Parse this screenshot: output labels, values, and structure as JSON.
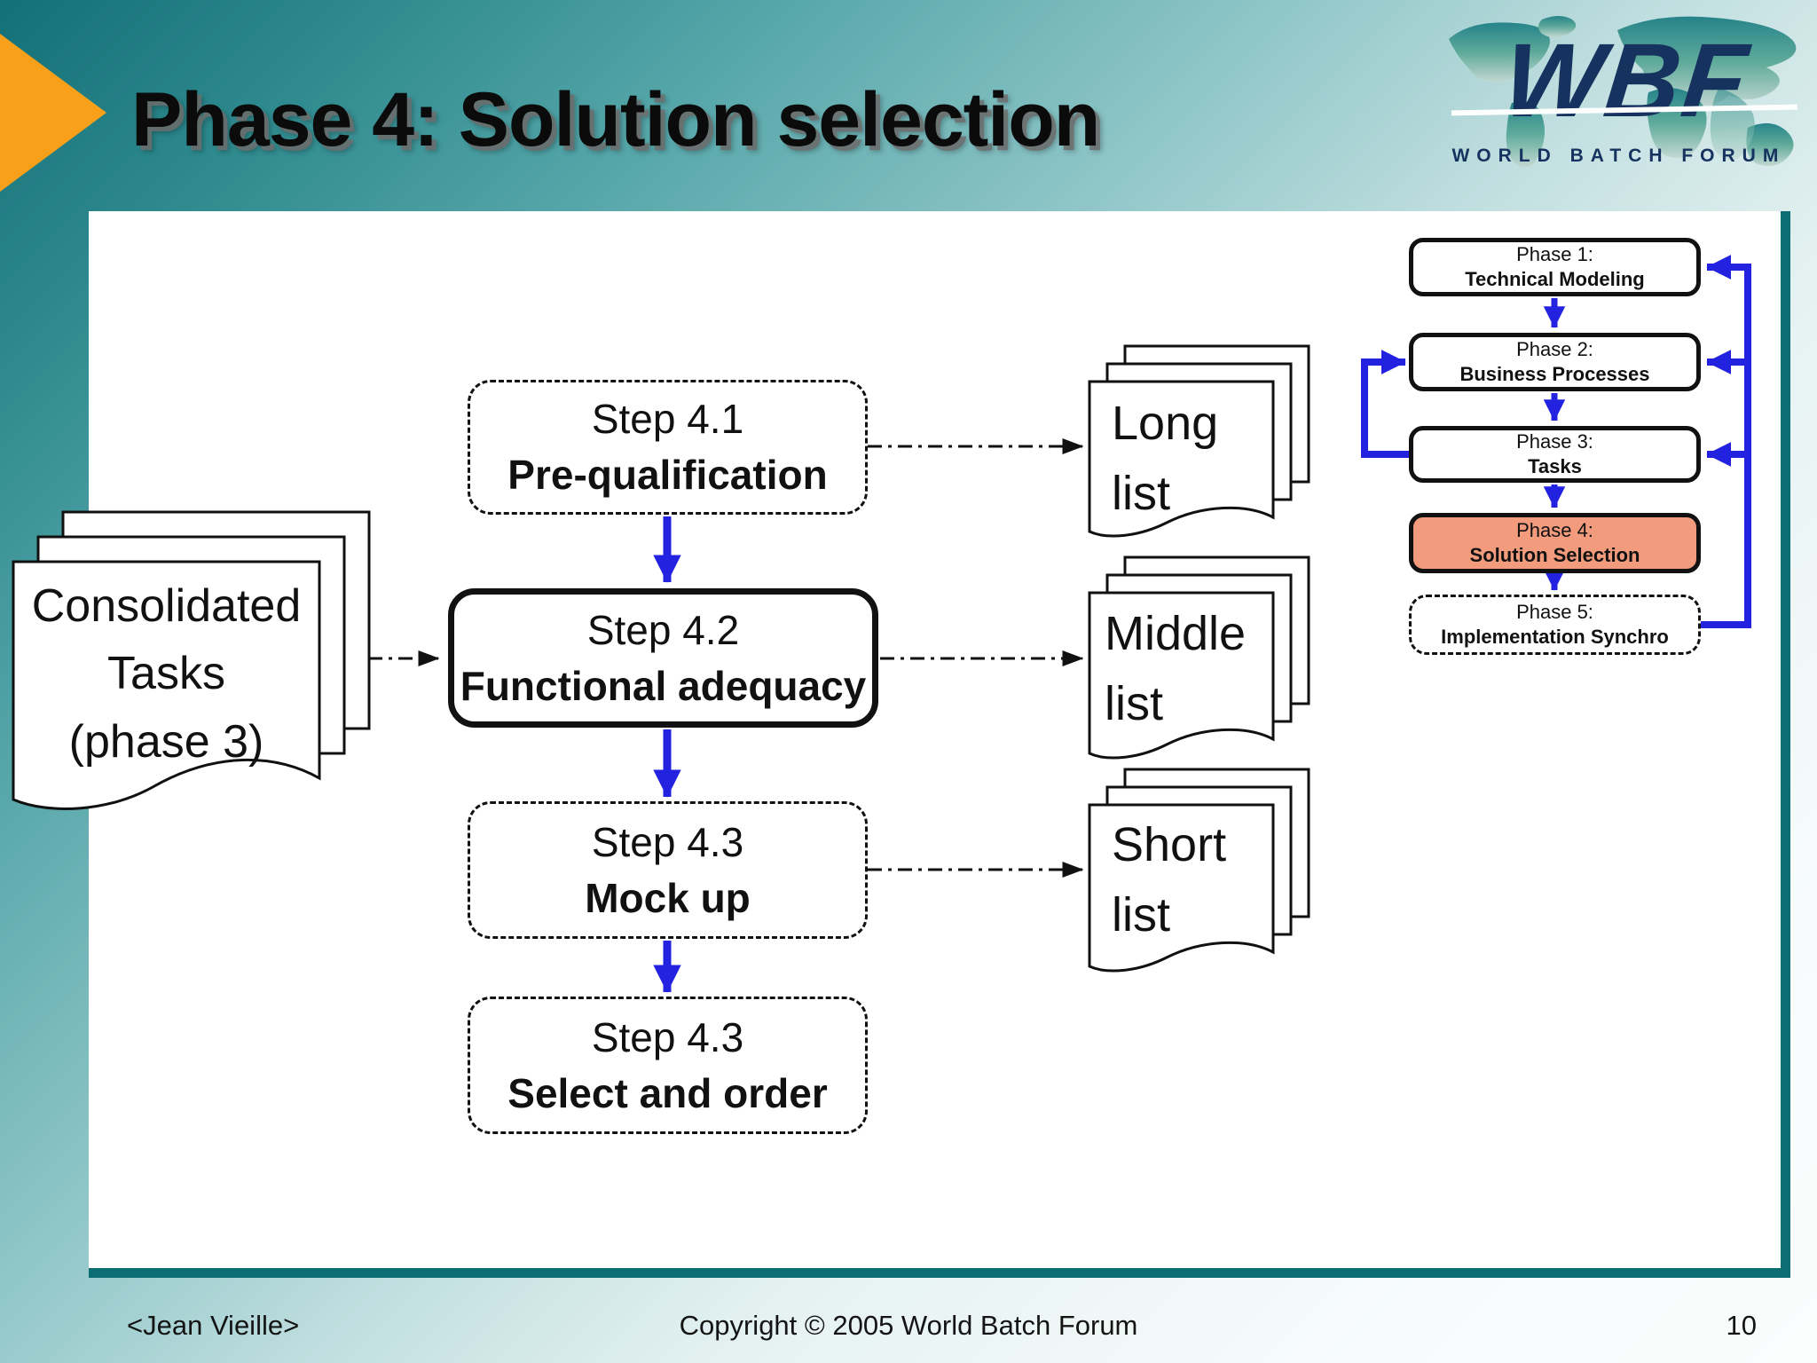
{
  "slide": {
    "title": "Phase 4: Solution selection",
    "footer_left": "<Jean Vieille>",
    "footer_center": "Copyright © 2005 World Batch Forum",
    "page_number": "10"
  },
  "logo": {
    "acronym": "WBF",
    "subtitle": "WORLD BATCH FORUM"
  },
  "flow": {
    "input_document": {
      "line1": "Consolidated",
      "line2": "Tasks",
      "line3": "(phase 3)"
    },
    "steps": [
      {
        "label": "Step 4.1",
        "name": "Pre-qualification",
        "style": "dashed"
      },
      {
        "label": "Step 4.2",
        "name": "Functional adequacy",
        "style": "solid"
      },
      {
        "label": "Step 4.3",
        "name": "Mock up",
        "style": "dashed"
      },
      {
        "label": "Step 4.3",
        "name": "Select and order",
        "style": "dashed"
      }
    ],
    "outputs": [
      {
        "line1": "Long",
        "line2": "list"
      },
      {
        "line1": "Middle",
        "line2": "list"
      },
      {
        "line1": "Short",
        "line2": "list"
      }
    ]
  },
  "phase_nav": {
    "phases": [
      {
        "label": "Phase 1:",
        "name": "Technical Modeling",
        "state": "normal"
      },
      {
        "label": "Phase 2:",
        "name": "Business Processes",
        "state": "normal"
      },
      {
        "label": "Phase 3:",
        "name": "Tasks",
        "state": "normal"
      },
      {
        "label": "Phase 4:",
        "name": "Solution Selection",
        "state": "current"
      },
      {
        "label": "Phase 5:",
        "name": "Implementation Synchro",
        "state": "future"
      }
    ]
  },
  "colors": {
    "accent_blue": "#2222e0",
    "highlight_salmon": "#f29b7d",
    "teal_border": "#0c6e73",
    "accent_orange": "#f9a01b",
    "logo_navy": "#16325f",
    "background_teal": "#137077"
  }
}
